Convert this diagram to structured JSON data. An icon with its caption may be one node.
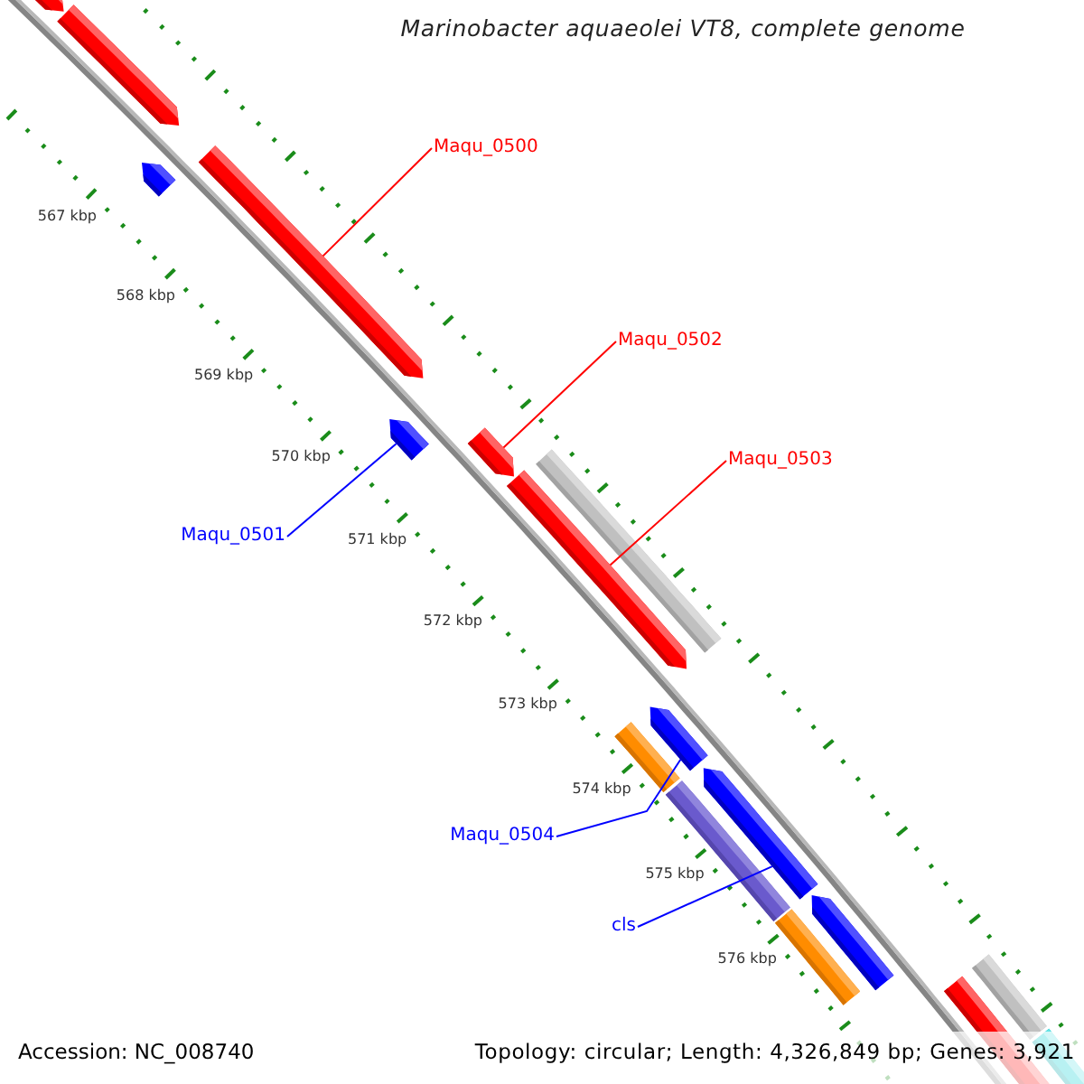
{
  "diagram": {
    "title": "Marinobacter aquaeolei VT8, complete genome",
    "nodes": [
      {
        "text": [
          "Maqu_0500"
        ]
      },
      {
        "text": [
          "Maqu_0502"
        ]
      },
      {
        "text": [
          "Maqu_0503"
        ]
      },
      {
        "text": [
          "Maqu_0501"
        ]
      },
      {
        "text": [
          "Maqu_0504"
        ]
      },
      {
        "text": [
          "cls"
        ]
      },
      {
        "text": [],
        "shape": "pentagon"
      },
      {
        "text": [],
        "shape": "pentagon"
      },
      {
        "text": [],
        "shape": "pentagon"
      },
      {
        "text": [],
        "shape": "pentagon"
      },
      {
        "text": [],
        "shape": "pentagon"
      },
      {
        "text": [],
        "shape": "pentagon"
      },
      {
        "text": [],
        "shape": "pentagon"
      },
      {
        "text": [],
        "shape": "bar"
      },
      {
        "text": [],
        "shape": "pentagon"
      },
      {
        "text": [],
        "shape": "bar"
      },
      {
        "text": [],
        "shape": "pentagon"
      },
      {
        "text": [],
        "shape": "bar"
      },
      {
        "text": [],
        "shape": "pentagon"
      },
      {
        "text": [],
        "shape": "bar"
      },
      {
        "text": [],
        "shape": "pentagon"
      },
      {
        "text": [],
        "shape": "bar"
      },
      {
        "text": [],
        "shape": "bar"
      }
    ],
    "edges": [
      {
        "from": 0,
        "to": 9,
        "arrow": "none",
        "color": "#ff0000"
      },
      {
        "from": 1,
        "to": 11,
        "arrow": "none",
        "color": "#ff0000"
      },
      {
        "from": 2,
        "to": 12,
        "arrow": "none",
        "color": "#ff0000"
      },
      {
        "from": 3,
        "to": 10,
        "arrow": "none",
        "color": "#0000ff"
      },
      {
        "from": 4,
        "to": 14,
        "arrow": "none",
        "color": "#0000ff"
      },
      {
        "from": 5,
        "to": 16,
        "arrow": "none",
        "color": "#0000ff"
      }
    ],
    "labels": [
      "567 kbp",
      "568 kbp",
      "569 kbp",
      "570 kbp",
      "571 kbp",
      "572 kbp",
      "573 kbp",
      "574 kbp",
      "575 kbp",
      "576 kbp",
      "Accession: NC_008740",
      "Topology: circular; Length: 4,326,849 bp; Genes: 3,921"
    ]
  }
}
